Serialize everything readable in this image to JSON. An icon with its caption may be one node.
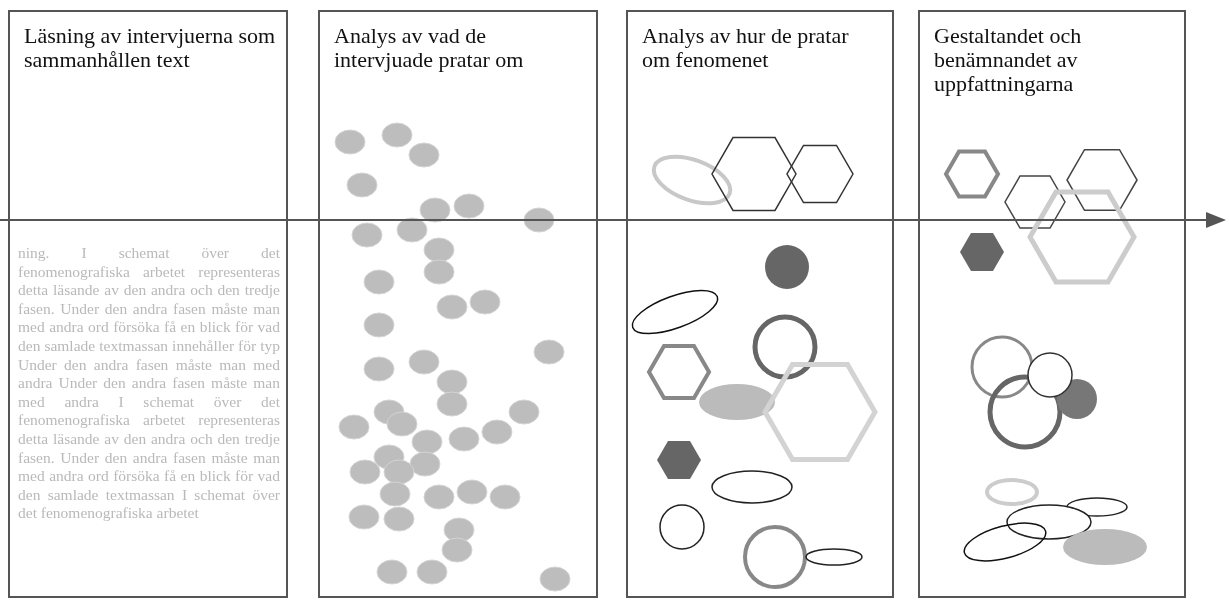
{
  "diagram": {
    "nodes": [
      {
        "text": [
          "Läsning av intervjuerna som sammanhållen text"
        ]
      },
      {
        "text": [
          "Analys av vad de intervjuade pratar om"
        ]
      },
      {
        "text": [
          "Analys av hur de pratar om fenomenet"
        ]
      },
      {
        "text": [
          "Gestaltandet och benämnandet av uppfattningarna"
        ]
      }
    ],
    "edges": [],
    "labels": [
      "ning. I schemat över det fenomenografiska arbetet representeras detta läsande av den andra och den tredje fasen. Under den andra fasen måste man med andra ord försöka få en blick för vad den samlade textmassan innehåller för typ Under den andra fasen måste man med andra Under den andra fasen måste man med andra I schemat över det fenomenografiska arbetet representeras detta läsande av den andra och den tredje fasen. Under den andra fasen måste man med andra ord försöka få en blick för vad den samlade textmassan I schemat över det fenomenografiska arbetet"
    ]
  }
}
